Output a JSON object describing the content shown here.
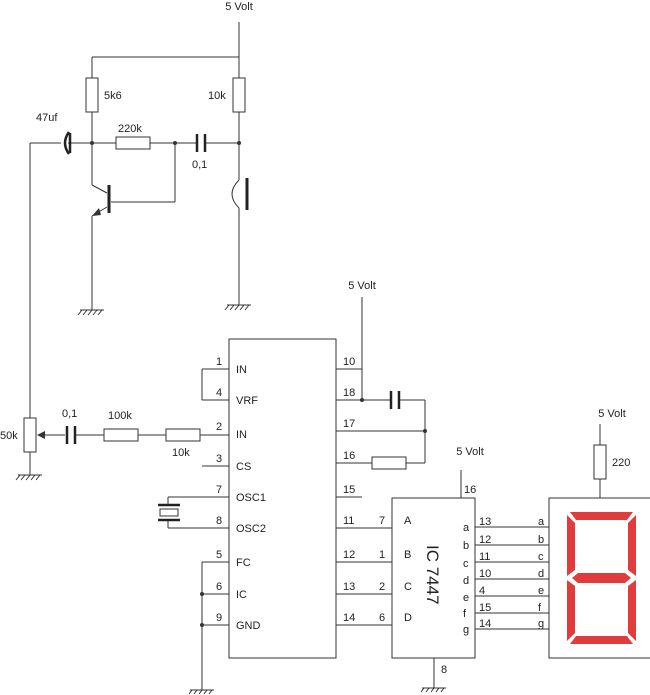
{
  "labels": {
    "vcc_top": "5 Volt",
    "vcc_ic": "5 Volt",
    "vcc_7447": "5 Volt",
    "vcc_display": "5 Volt",
    "r_5k6": "5k6",
    "r_10k_top": "10k",
    "r_220k": "220k",
    "c_47uf": "47uf",
    "c_01_top": "0,1",
    "pot_50k": "50k",
    "c_01_in": "0,1",
    "r_100k": "100k",
    "r_10k_in": "10k",
    "r_220": "220",
    "ic7447_name": "IC 7447",
    "ic7447_pin16": "16",
    "ic7447_pin8": "8"
  },
  "ic_main": {
    "left_pins": [
      {
        "num": "1",
        "label": "IN"
      },
      {
        "num": "4",
        "label": "VRF"
      },
      {
        "num": "2",
        "label": "IN"
      },
      {
        "num": "3",
        "label": "CS"
      },
      {
        "num": "7",
        "label": "OSC1"
      },
      {
        "num": "8",
        "label": "OSC2"
      },
      {
        "num": "5",
        "label": "FC"
      },
      {
        "num": "6",
        "label": "IC"
      },
      {
        "num": "9",
        "label": "GND"
      }
    ],
    "right_pins": [
      "10",
      "18",
      "17",
      "16",
      "15",
      "11",
      "12",
      "13",
      "14"
    ]
  },
  "ic7447": {
    "inputs": [
      {
        "outer": "7",
        "label": "A"
      },
      {
        "outer": "1",
        "label": "B"
      },
      {
        "outer": "2",
        "label": "C"
      },
      {
        "outer": "6",
        "label": "D"
      }
    ],
    "outputs": [
      {
        "label": "a",
        "pin": "13",
        "seg": "a"
      },
      {
        "label": "b",
        "pin": "12",
        "seg": "b"
      },
      {
        "label": "c",
        "pin": "11",
        "seg": "c"
      },
      {
        "label": "d",
        "pin": "10",
        "seg": "d"
      },
      {
        "label": "e",
        "pin": "4",
        "seg": "e"
      },
      {
        "label": "f",
        "pin": "15",
        "seg": "f"
      },
      {
        "label": "g",
        "pin": "14",
        "seg": "g"
      }
    ]
  },
  "colors": {
    "segment": "#e23b3b",
    "wire": "#333333"
  }
}
